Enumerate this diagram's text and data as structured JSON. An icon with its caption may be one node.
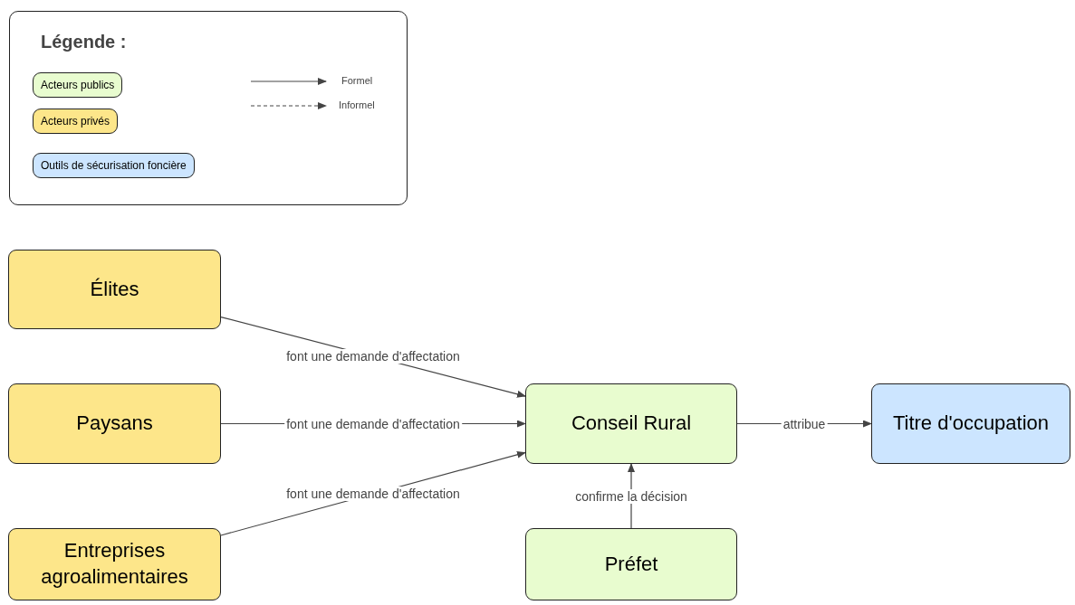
{
  "diagram": {
    "nodes": [
      {
        "text": [
          "Élites"
        ]
      },
      {
        "text": [
          "Paysans"
        ]
      },
      {
        "text": [
          "Entreprises agroalimentaires"
        ]
      },
      {
        "text": [
          "Conseil Rural"
        ]
      },
      {
        "text": [
          "Préfet"
        ]
      },
      {
        "text": [
          "Titre d'occupation"
        ]
      }
    ],
    "edges": [
      {
        "from": 0,
        "to": 3,
        "arrow": "to",
        "label": "font une demande d'affectation"
      },
      {
        "from": 1,
        "to": 3,
        "arrow": "to",
        "label": "font une demande d'affectation"
      },
      {
        "from": 2,
        "to": 3,
        "arrow": "to",
        "label": "font une demande d'affectation"
      },
      {
        "from": 4,
        "to": 3,
        "arrow": "to",
        "label": "confirme la décision"
      },
      {
        "from": 3,
        "to": 5,
        "arrow": "to",
        "label": "attribue"
      }
    ],
    "labels": [
      "Légende :"
    ],
    "legend": [
      {
        "text": "Acteurs publics",
        "color": "#e8fccf"
      },
      {
        "text": "Acteurs privés",
        "color": "#fde68a"
      },
      {
        "text": "Outils de sécurisation foncière",
        "color": "#cce5ff"
      },
      {
        "text": "Formel"
      },
      {
        "text": "Informel"
      }
    ]
  }
}
